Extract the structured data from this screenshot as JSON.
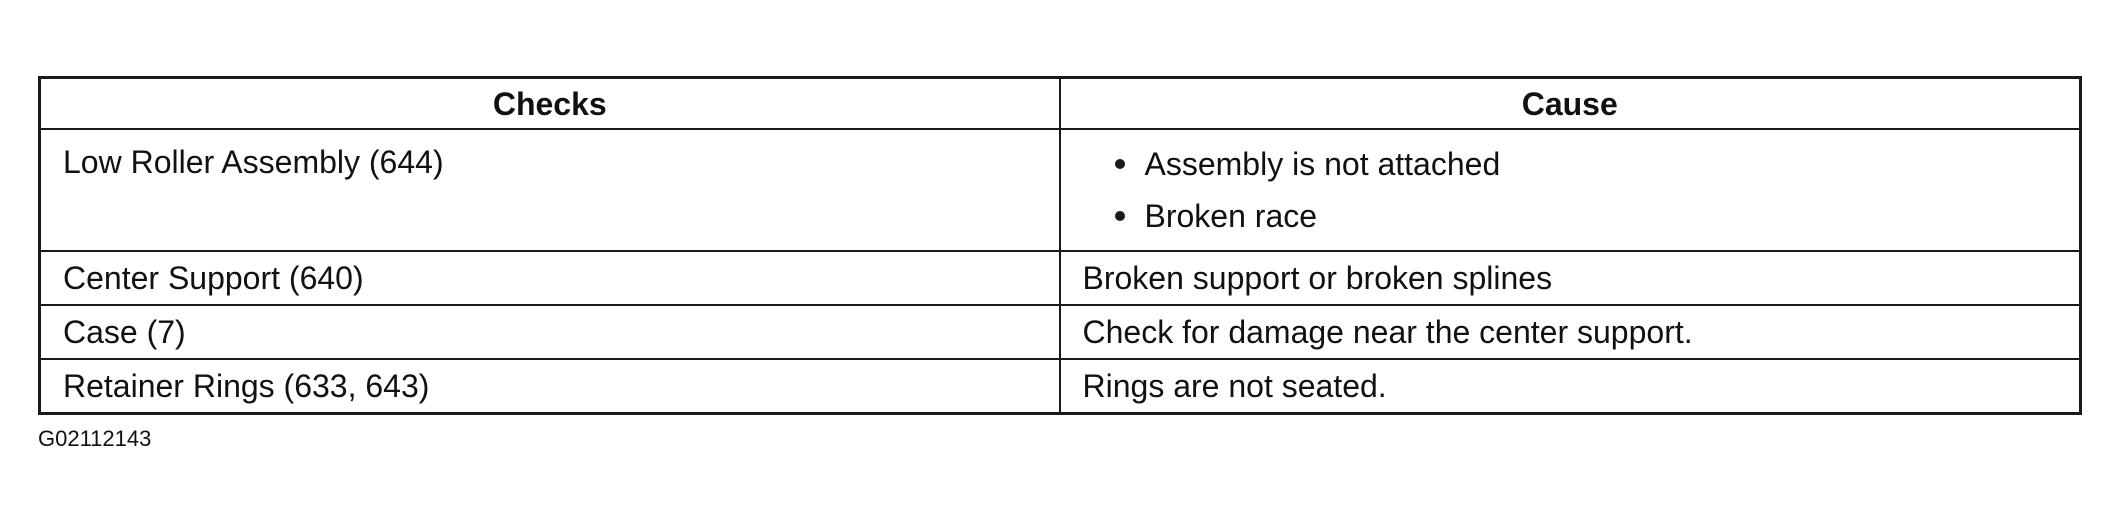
{
  "table": {
    "headers": {
      "checks": "Checks",
      "cause": "Cause"
    },
    "rows": [
      {
        "checks": "Low Roller Assembly (644)",
        "cause_items": [
          "Assembly is not attached",
          "Broken race"
        ]
      },
      {
        "checks": "Center Support (640)",
        "cause": "Broken support or broken splines"
      },
      {
        "checks": "Case (7)",
        "cause": "Check for damage near the center support."
      },
      {
        "checks": "Retainer Rings (633, 643)",
        "cause": "Rings are not seated."
      }
    ]
  },
  "figure_id": "G02112143"
}
